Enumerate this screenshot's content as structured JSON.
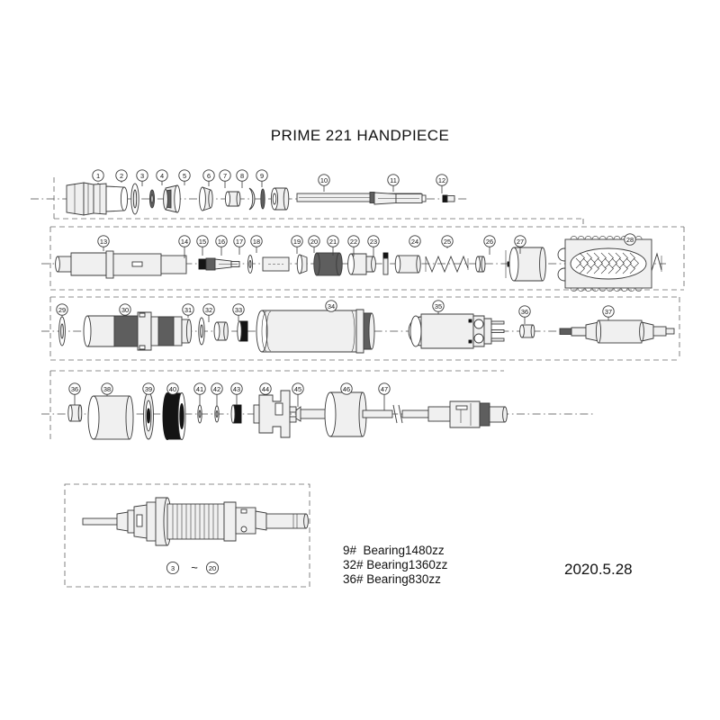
{
  "document": {
    "title": "PRIME 221 HANDPIECE",
    "date": "2020.5.28",
    "drawing_type": "exploded parts diagram",
    "background_color": "#ffffff",
    "line_color": "#333333",
    "fill_light": "#f2f2f2",
    "fill_dark": "#595959",
    "fill_black": "#111111"
  },
  "legend": {
    "lines": [
      "9#  Bearing1480zz",
      "32# Bearing1360zz",
      "36# Bearing830zz"
    ],
    "items": [
      {
        "ref": "9#",
        "part": "Bearing1480zz"
      },
      {
        "ref": "32#",
        "part": "Bearing1360zz"
      },
      {
        "ref": "36#",
        "part": "Bearing830zz"
      }
    ]
  },
  "subassembly_panel": {
    "range_label": {
      "from": "3",
      "separator": "~",
      "to": "20"
    },
    "caption": "3 ~ 20"
  },
  "rows": [
    {
      "id": "row-1",
      "callouts": [
        "1",
        "2",
        "3",
        "4",
        "5",
        "6",
        "7",
        "8",
        "9",
        "10",
        "11",
        "12"
      ]
    },
    {
      "id": "row-2",
      "callouts": [
        "13",
        "14",
        "15",
        "16",
        "17",
        "18",
        "19",
        "20",
        "21",
        "22",
        "23",
        "24",
        "25",
        "26",
        "27",
        "28"
      ]
    },
    {
      "id": "row-3",
      "callouts": [
        "29",
        "30",
        "31",
        "32",
        "33",
        "34",
        "35",
        "36",
        "37"
      ]
    },
    {
      "id": "row-4",
      "callouts": [
        "36",
        "38",
        "39",
        "40",
        "41",
        "42",
        "43",
        "44",
        "45",
        "46",
        "47"
      ]
    }
  ],
  "callouts": {
    "c1": "1",
    "c2": "2",
    "c3": "3",
    "c4": "4",
    "c5": "5",
    "c6": "6",
    "c7": "7",
    "c8": "8",
    "c9": "9",
    "c10": "10",
    "c11": "11",
    "c12": "12",
    "c13": "13",
    "c14": "14",
    "c15": "15",
    "c16": "16",
    "c17": "17",
    "c18": "18",
    "c19": "19",
    "c20": "20",
    "c21": "21",
    "c22": "22",
    "c23": "23",
    "c24": "24",
    "c25": "25",
    "c26": "26",
    "c27": "27",
    "c28": "28",
    "c29": "29",
    "c30": "30",
    "c31": "31",
    "c32": "32",
    "c33": "33",
    "c34": "34",
    "c35": "35",
    "c36": "36",
    "c37": "37",
    "c36b": "36",
    "c38": "38",
    "c39": "39",
    "c40": "40",
    "c41": "41",
    "c42": "42",
    "c43": "43",
    "c44": "44",
    "c45": "45",
    "c46": "46",
    "c47": "47"
  }
}
